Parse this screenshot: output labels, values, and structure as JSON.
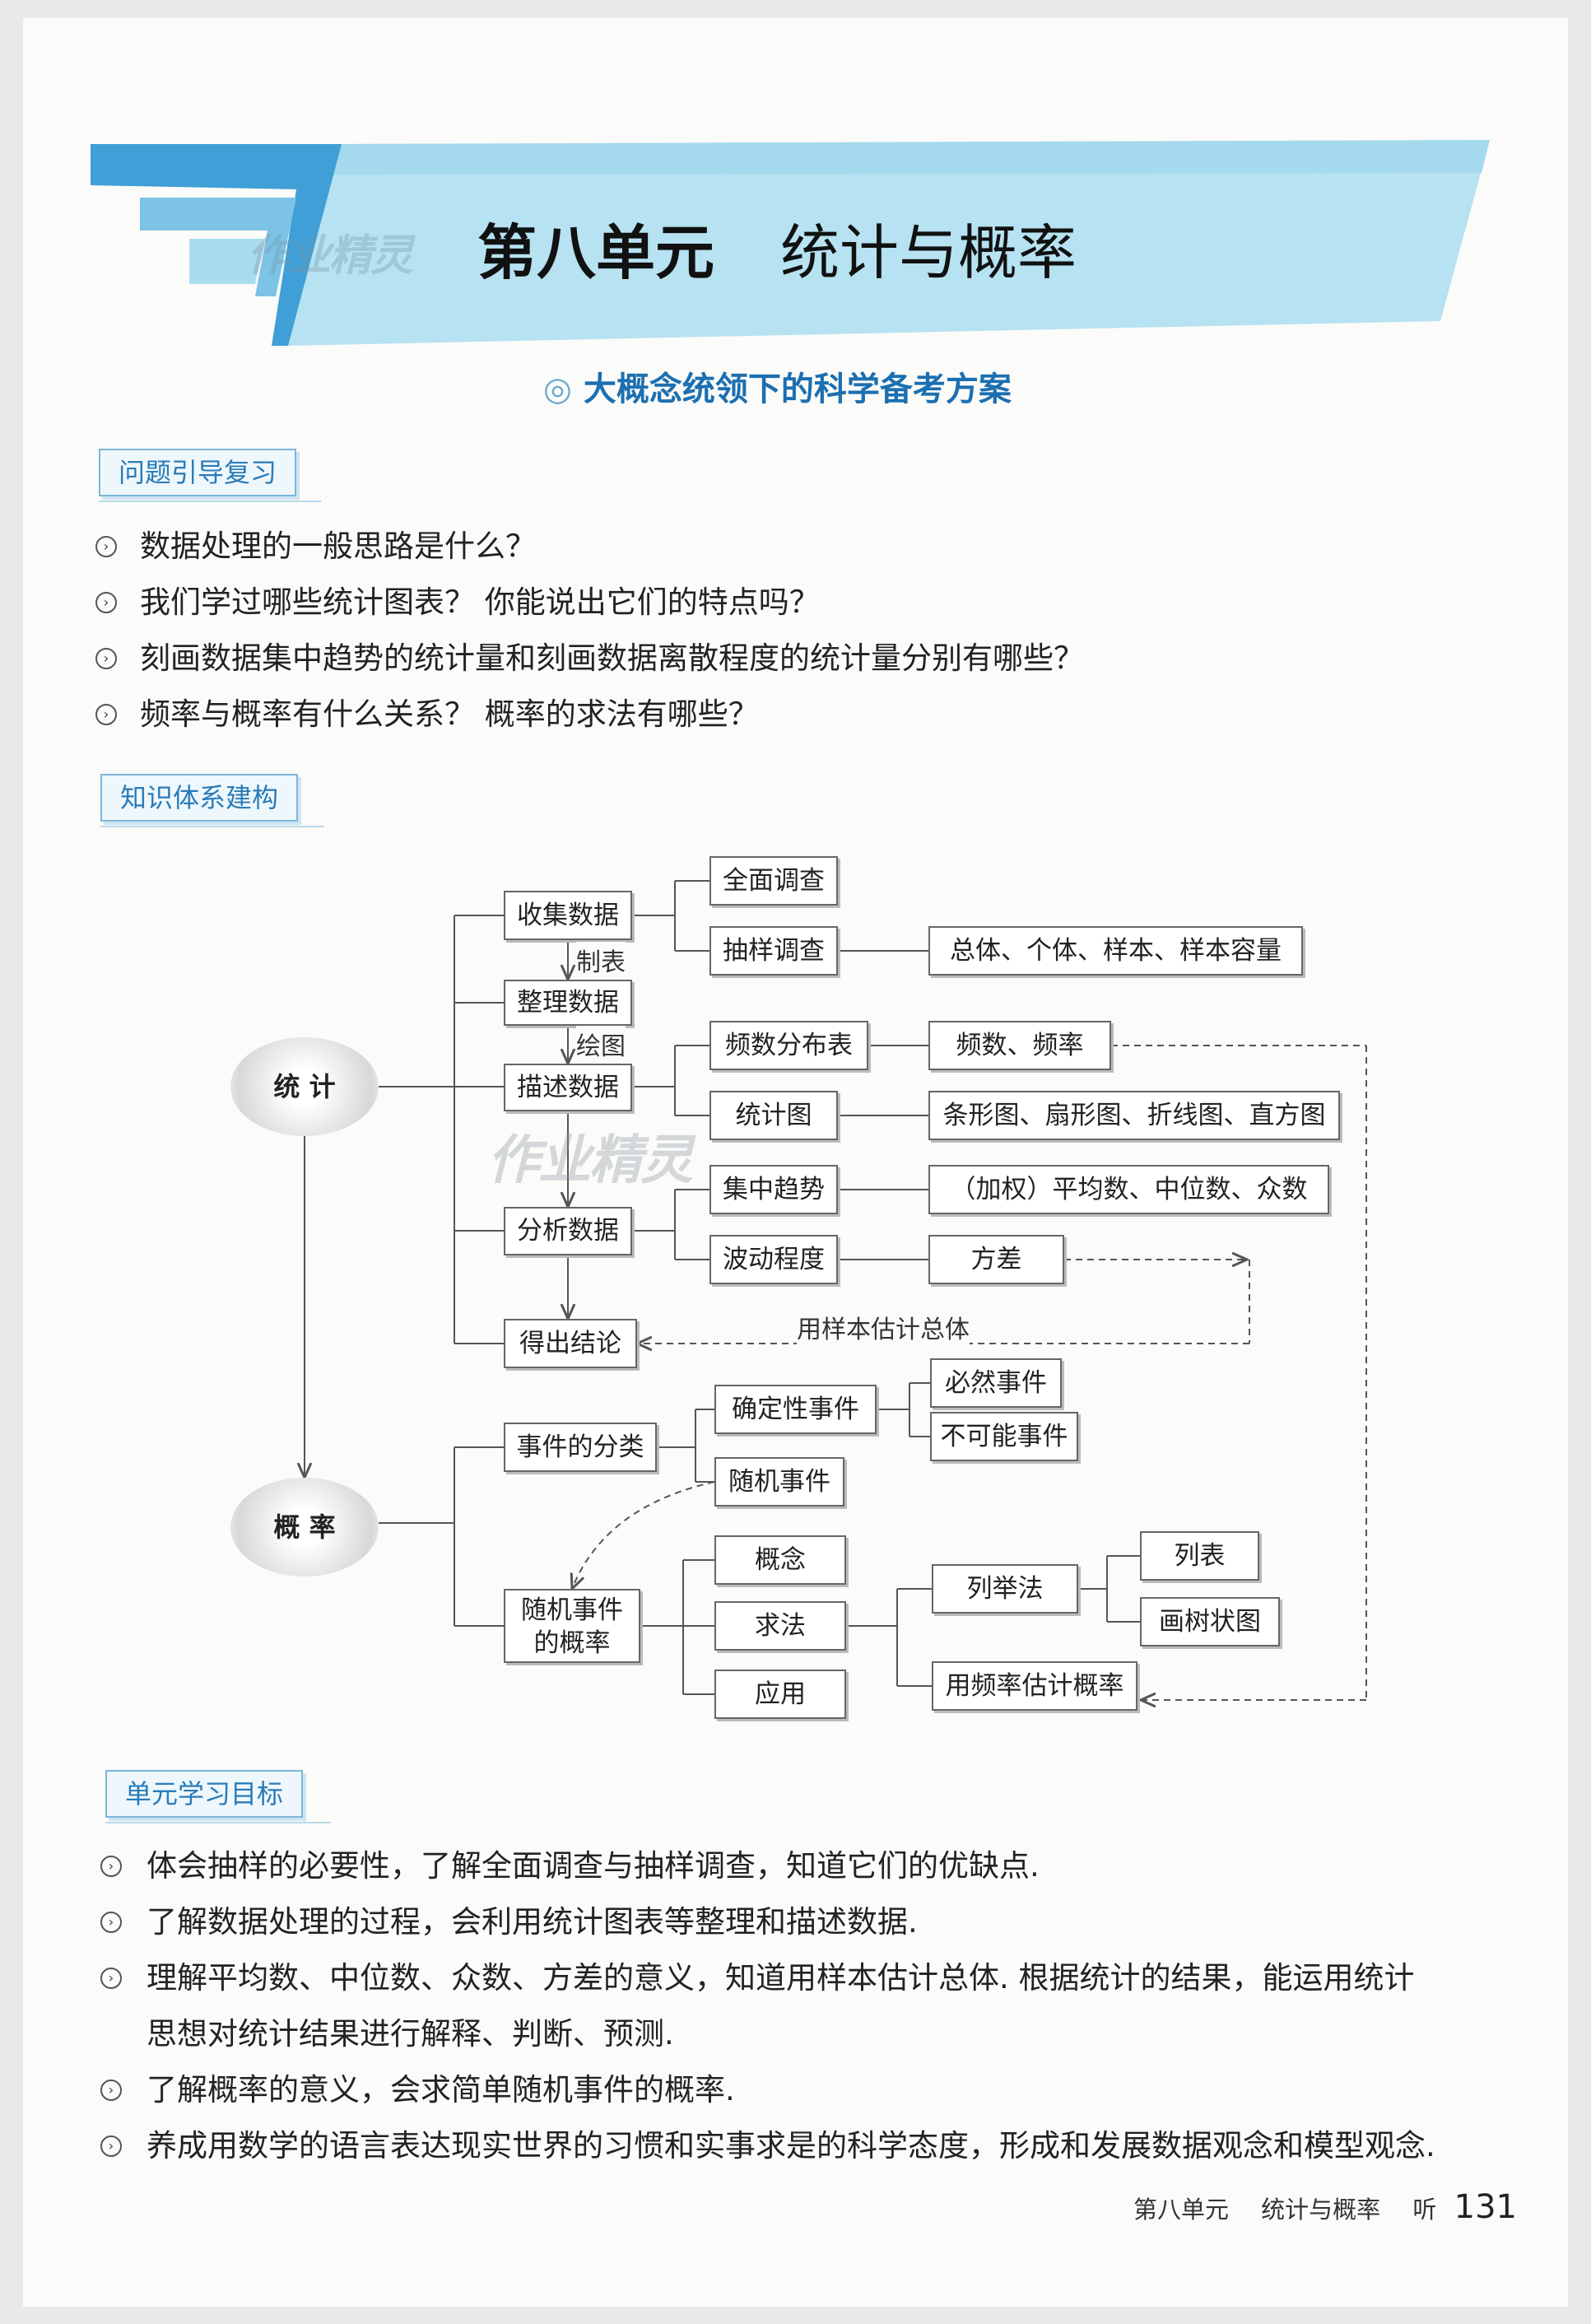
{
  "header": {
    "watermark": "作业精灵",
    "unit_title": "第八单元",
    "unit_subject": "统计与概率",
    "subtitle_mark": "◎",
    "subtitle": "大概念统领下的科学备考方案"
  },
  "section_review": {
    "tag": "问题引导复习",
    "items": [
      "数据处理的一般思路是什么？",
      "我们学过哪些统计图表？  你能说出它们的特点吗？",
      "刻画数据集中趋势的统计量和刻画数据离散程度的统计量分别有哪些？",
      "频率与概率有什么关系？  概率的求法有哪些？"
    ]
  },
  "section_knowledge": {
    "tag": "知识体系建构",
    "watermark": "作业精灵",
    "diagram": {
      "stats": "统 计",
      "prob": "概 率",
      "collect": "收集数据",
      "full_survey": "全面调查",
      "sample_survey": "抽样调查",
      "sample_terms": "总体、个体、样本、样本容量",
      "make_table": "制表",
      "organize": "整理数据",
      "draw_chart": "绘图",
      "describe": "描述数据",
      "freq_table": "频数分布表",
      "freq": "频数、频率",
      "stat_chart": "统计图",
      "chart_types": "条形图、扇形图、折线图、直方图",
      "analyze": "分析数据",
      "central": "集中趋势",
      "central_items": "（加权）平均数、中位数、众数",
      "spread": "波动程度",
      "variance": "方差",
      "conclude": "得出结论",
      "estimate": "用样本估计总体",
      "event_class": "事件的分类",
      "certain_event": "确定性事件",
      "sure": "必然事件",
      "impossible": "不可能事件",
      "random_event": "随机事件",
      "random_prob_1": "随机事件",
      "random_prob_2": "的概率",
      "concept": "概念",
      "method": "求法",
      "apply": "应用",
      "enumerate": "列举法",
      "list_table": "列表",
      "tree": "画树状图",
      "freq_estimate": "用频率估计概率"
    }
  },
  "section_goals": {
    "tag": "单元学习目标",
    "items": [
      "体会抽样的必要性，了解全面调查与抽样调查，知道它们的优缺点.",
      "了解数据处理的过程，会利用统计图表等整理和描述数据.",
      "理解平均数、中位数、众数、方差的意义，知道用样本估计总体. 根据统计的结果，能运用统计",
      "了解概率的意义，会求简单随机事件的概率.",
      "养成用数学的语言表达现实世界的习惯和实事求是的科学态度，形成和发展数据观念和模型观念."
    ],
    "continuation": "思想对统计结果进行解释、判断、预测."
  },
  "footer": {
    "unit": "第八单元",
    "subject": "统计与概率",
    "listen": "听",
    "page": "131"
  },
  "colors": {
    "accent": "#2a7bb8",
    "banner_light": "#a9dcef",
    "banner_dark": "#3f9fd6"
  }
}
